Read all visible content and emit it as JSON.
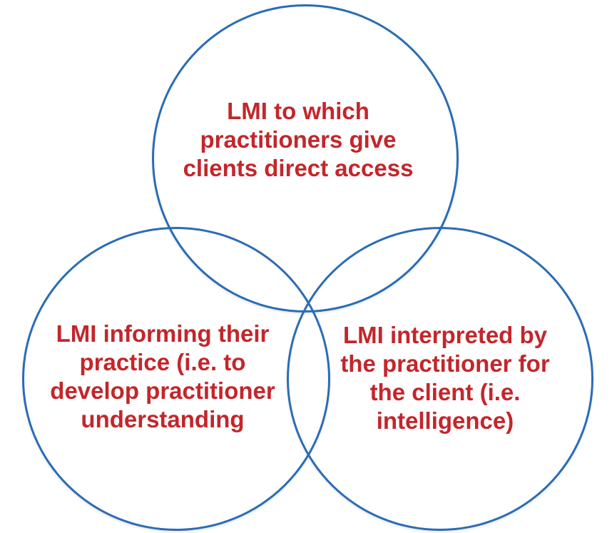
{
  "diagram": {
    "type": "venn",
    "colors": {
      "circle_stroke": "#2a6cb5",
      "label_text": "#c3262b",
      "background": "#ffffff"
    },
    "circles": [
      {
        "id": "top",
        "text": "LMI to which practitioners give clients direct access",
        "lines": [
          "LMI to which",
          "practitioners give",
          "clients direct access"
        ]
      },
      {
        "id": "bottom_left",
        "text": "LMI informing their practice (i.e. to develop practitioner understanding",
        "lines": [
          "LMI informing their",
          "practice (i.e. to",
          "develop practitioner",
          "understanding"
        ]
      },
      {
        "id": "bottom_right",
        "text": "LMI interpreted by the practitioner for the client (i.e. intelligence)",
        "lines": [
          "LMI interpreted by",
          "the practitioner for",
          "the client (i.e.",
          "intelligence)"
        ]
      }
    ]
  }
}
